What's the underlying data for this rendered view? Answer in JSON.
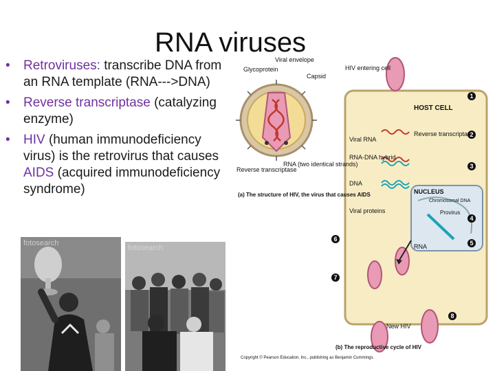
{
  "slide": {
    "title": "RNA viruses",
    "bullets": [
      {
        "prefix": "",
        "highlight": "Retroviruses:",
        "rest": " transcribe DNA from an RNA template (RNA--->DNA)"
      },
      {
        "prefix": "",
        "highlight": "Reverse transcriptase",
        "rest": " (catalyzing enzyme)"
      },
      {
        "prefix": "",
        "highlight": "HIV",
        "rest": " (human immunodeficiency virus) is the retrovirus that causes ",
        "highlight2": "AIDS",
        "rest2": " (acquired immunodeficiency syndrome)"
      }
    ]
  },
  "photos": {
    "left_watermark": "fotosearch",
    "right_watermark": "fotosearch"
  },
  "diagram": {
    "labels": {
      "viral_envelope": "Viral envelope",
      "glycoprotein": "Glycoprotein",
      "capsid": "Capsid",
      "hiv_entering_cell": "HIV entering cell",
      "host_cell": "HOST CELL",
      "reverse_transcriptase_a": "Reverse transcriptase",
      "rna_two_strands": "RNA (two identical strands)",
      "caption_a": "(a) The structure of HIV, the virus that causes AIDS",
      "viral_rna": "Viral RNA",
      "reverse_transcriptase_b": "Reverse transcriptase",
      "rna_dna_hybrid": "RNA-DNA hybrid",
      "dna": "DNA",
      "nucleus": "NUCLEUS",
      "chromosomal_dna": "Chromosomal DNA",
      "provirus": "Provirus",
      "viral_proteins": "Viral proteins",
      "rna": "RNA",
      "new_hiv": "New HIV",
      "caption_b": "(b) The reproductive cycle of HIV",
      "copyright": "Copyright © Pearson Education, Inc., publishing as Benjamin Cummings."
    },
    "steps": [
      "1",
      "2",
      "3",
      "4",
      "5",
      "6",
      "7",
      "8"
    ],
    "colors": {
      "cell_fill": "#f7ecc4",
      "virus_envelope": "#d9c7a6",
      "virus_inner": "#f3dc96",
      "capsid_pink": "#e99ab5",
      "rna_red": "#c0392b",
      "dna_teal": "#1aa3b8",
      "nucleus_fill": "#dde7f0"
    }
  }
}
